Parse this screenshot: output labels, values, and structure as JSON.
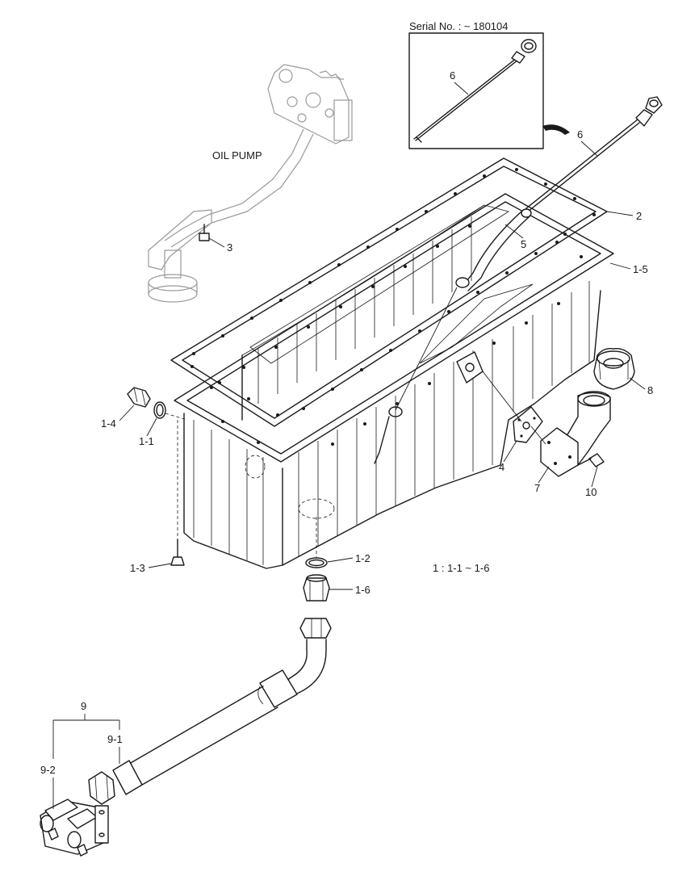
{
  "serial_box": {
    "text": "Serial No. : ~ 180104"
  },
  "oil_pump_label": "OIL PUMP",
  "legend_text": "1 : 1-1 ~ 1-6",
  "callouts": {
    "c6_inset": "6",
    "c6": "6",
    "c2": "2",
    "c5": "5",
    "c1_5": "1-5",
    "c3": "3",
    "c8": "8",
    "c1_4": "1-4",
    "c1_1": "1-1",
    "c4": "4",
    "c7": "7",
    "c10": "10",
    "c1_3": "1-3",
    "c1_2": "1-2",
    "c1_6": "1-6",
    "c9": "9",
    "c9_1": "9-1",
    "c9_2": "9-2"
  }
}
